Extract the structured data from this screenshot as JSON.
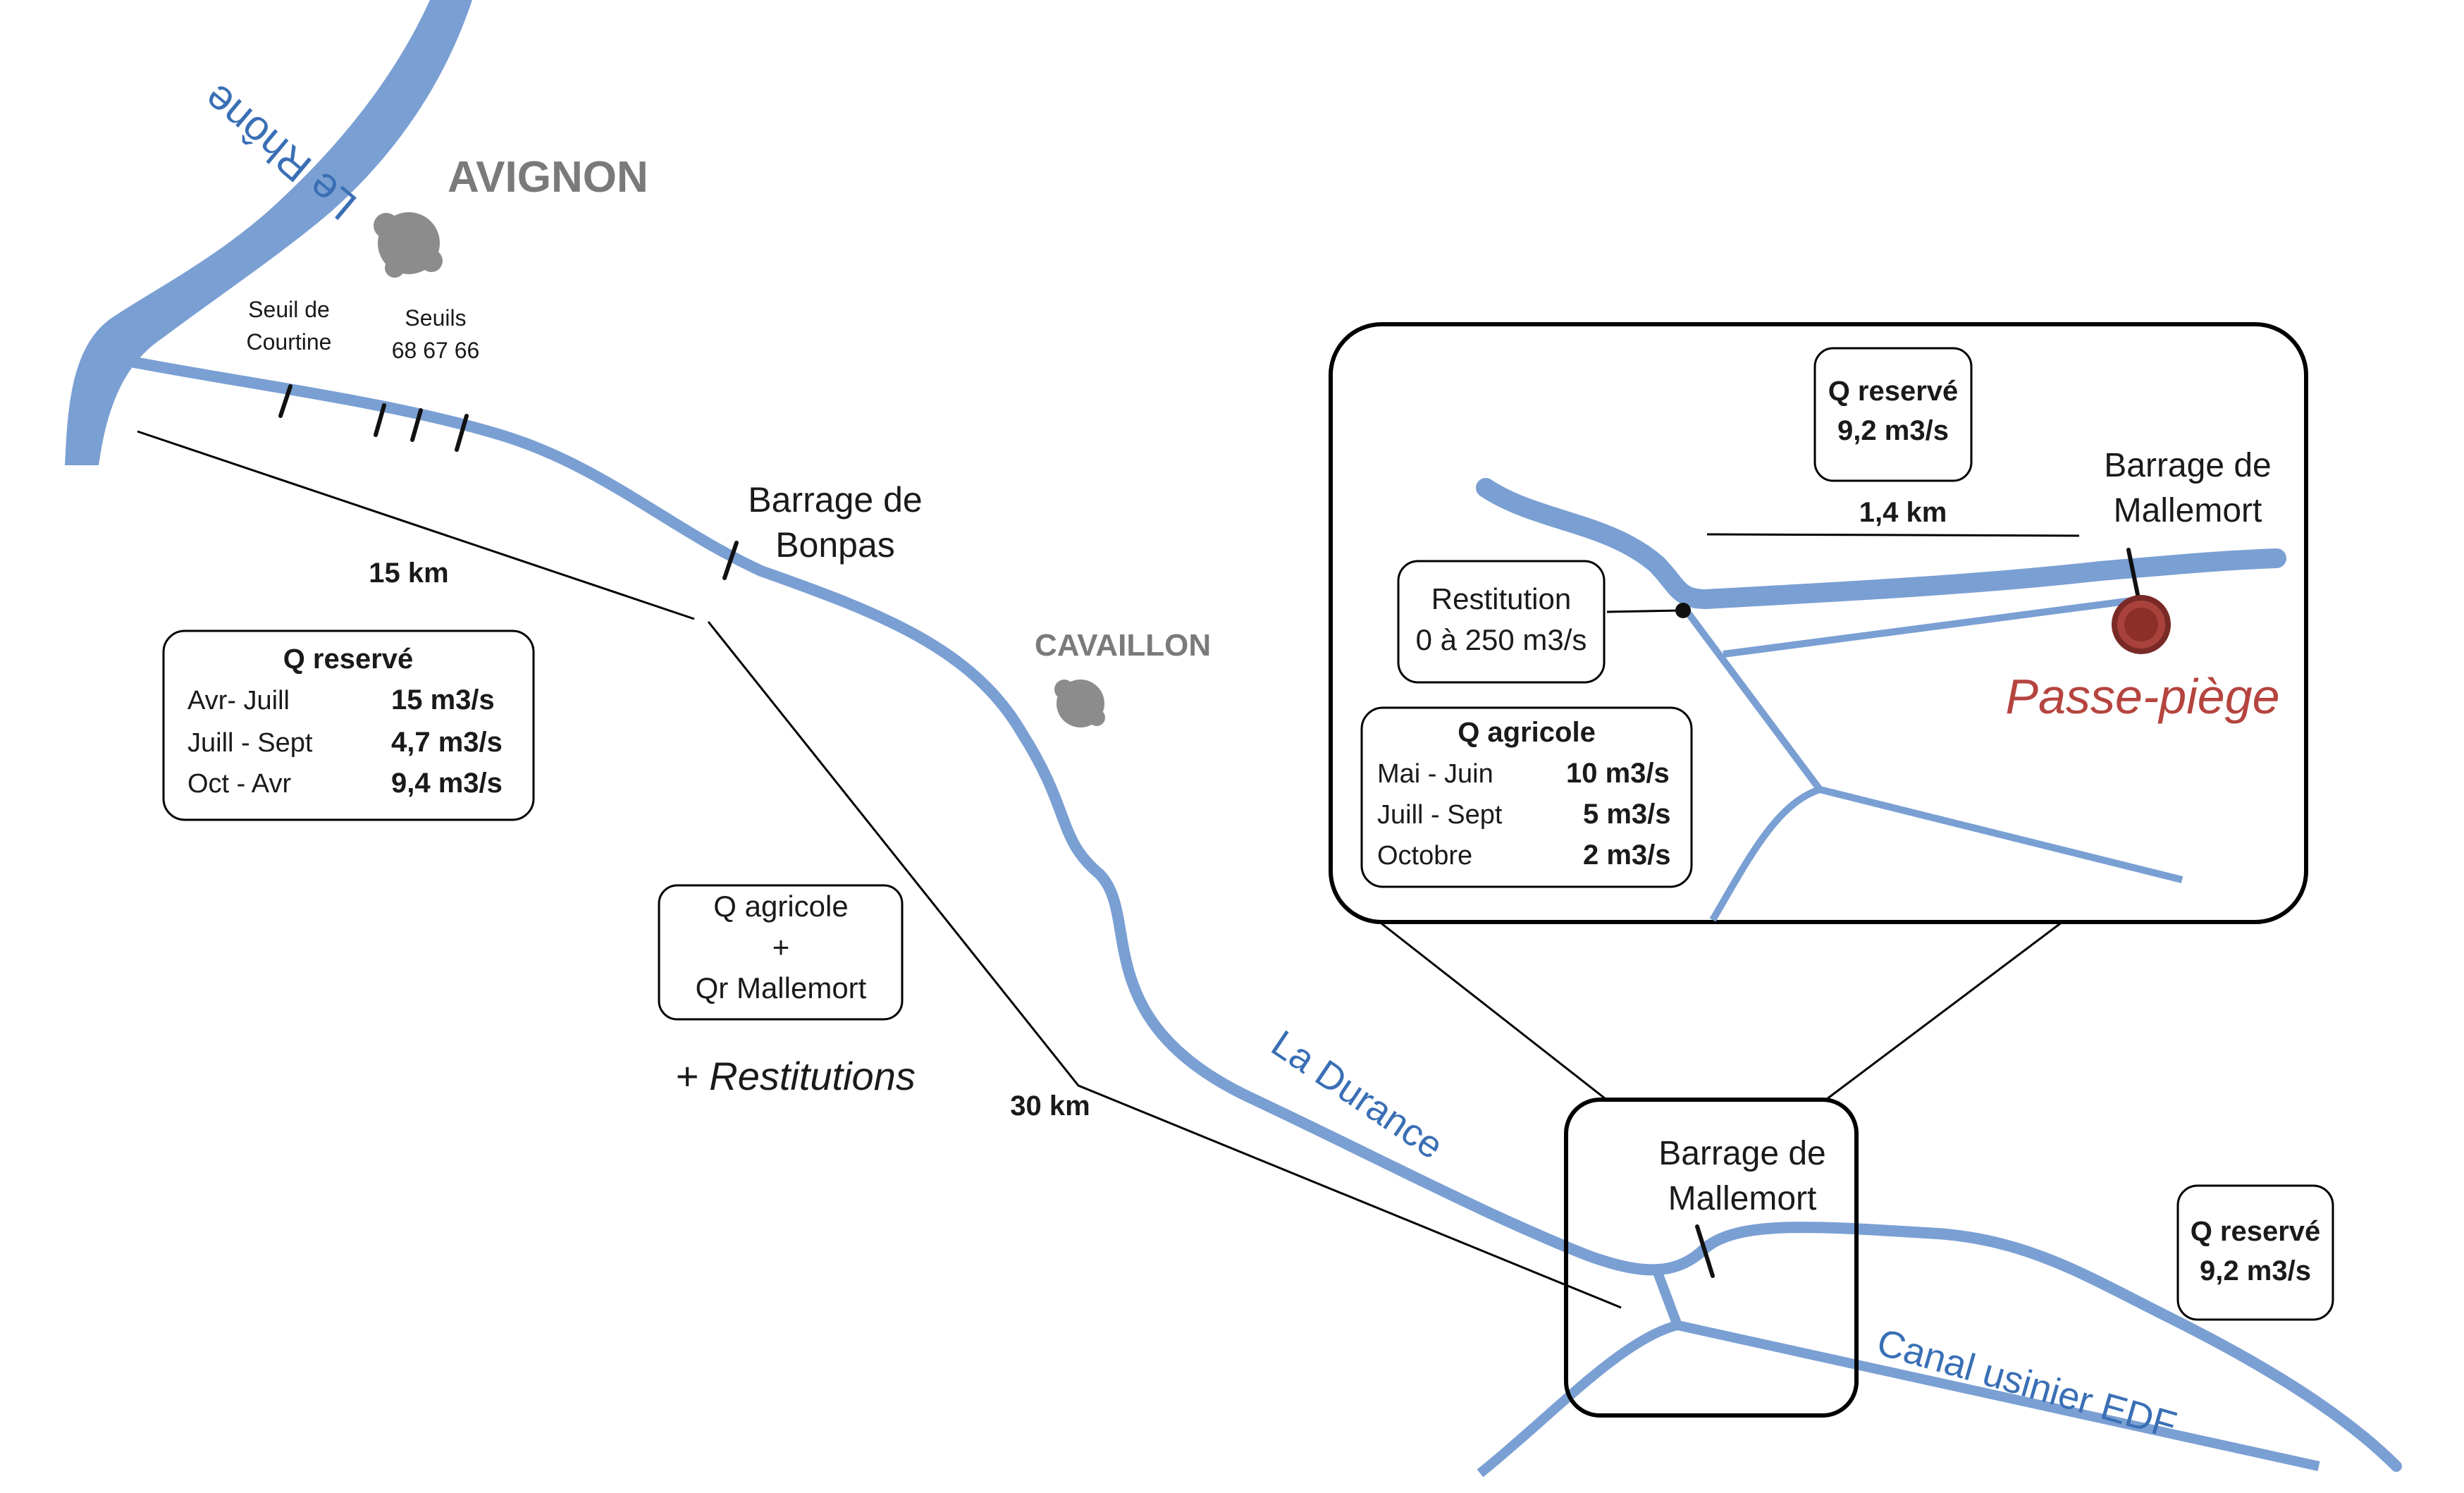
{
  "rivers": {
    "rhone": "Le Rhône",
    "durance": "La Durance",
    "canal": "Canal usinier EDF"
  },
  "towns": {
    "avignon": "AVIGNON",
    "cavaillon": "CAVAILLON"
  },
  "thresholds": {
    "courtine_line1": "Seuil  de",
    "courtine_line2": "Courtine",
    "seuils_line1": "Seuils",
    "seuils_line2": "68   67  66"
  },
  "dams": {
    "bonpas_line1": "Barrage de",
    "bonpas_line2": "Bonpas",
    "mallemort_line1": "Barrage de",
    "mallemort_line2": "Mallemort"
  },
  "distances": {
    "d15": "15 km",
    "d30": "30 km",
    "d14": "1,4 km"
  },
  "q_reserve_upper": {
    "title": "Q reservé",
    "rows": [
      {
        "period": "Avr- Juill",
        "value": "15 m3/s"
      },
      {
        "period": "Juill - Sept",
        "value": "4,7 m3/s"
      },
      {
        "period": "Oct - Avr",
        "value": "9,4 m3/s"
      }
    ]
  },
  "q_agricole_sum": {
    "line1": "Q agricole",
    "line2": "+",
    "line3": "Qr Mallemort"
  },
  "restitutions": "+ Restitutions",
  "q_reserve_right": {
    "line1": "Q reservé",
    "line2": "9,2 m3/s"
  },
  "inset": {
    "q_reserve": {
      "line1": "Q reservé",
      "line2": "9,2 m3/s"
    },
    "restitution": {
      "line1": "Restitution",
      "line2": "0 à 250 m3/s"
    },
    "dam_line1": "Barrage de",
    "dam_line2": "Mallemort",
    "passe_piege": "Passe-piège",
    "q_agricole": {
      "title": "Q agricole",
      "rows": [
        {
          "period": "Mai - Juin",
          "value": "10 m3/s"
        },
        {
          "period": "Juill - Sept",
          "value": "5 m3/s"
        },
        {
          "period": "Octobre",
          "value": "2 m3/s"
        }
      ]
    }
  },
  "colors": {
    "river": "#7a9fd3",
    "river_label": "#3a6fb5",
    "town": "#7a7a7a",
    "passe_piege": "#b5443f"
  }
}
